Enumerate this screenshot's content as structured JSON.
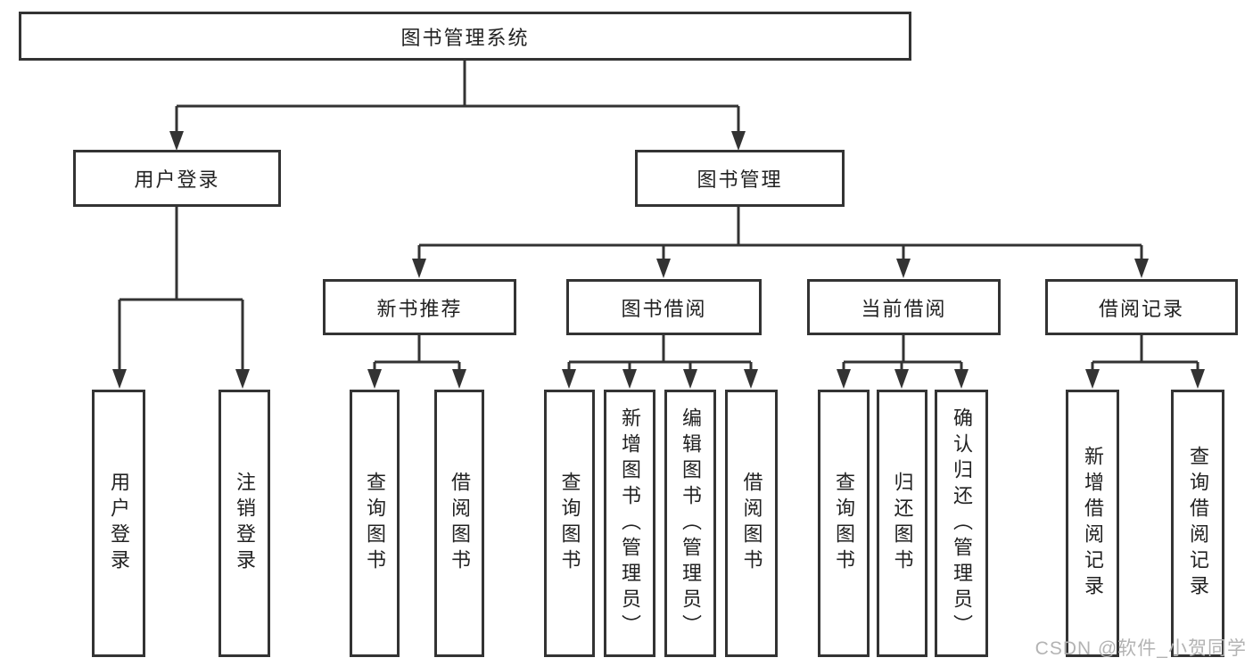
{
  "diagram": {
    "title": "图书管理系统",
    "root": {
      "label": "图书管理系统"
    },
    "level2": [
      {
        "label": "用户登录",
        "parent": "图书管理系统"
      },
      {
        "label": "图书管理",
        "parent": "图书管理系统"
      }
    ],
    "level3": [
      {
        "label": "新书推荐",
        "parent": "图书管理"
      },
      {
        "label": "图书借阅",
        "parent": "图书管理"
      },
      {
        "label": "当前借阅",
        "parent": "图书管理"
      },
      {
        "label": "借阅记录",
        "parent": "图书管理"
      }
    ],
    "leaves": [
      {
        "label": "用户登录",
        "parent": "用户登录"
      },
      {
        "label": "注销登录",
        "parent": "用户登录"
      },
      {
        "label": "查询图书",
        "parent": "新书推荐"
      },
      {
        "label": "借阅图书",
        "parent": "新书推荐"
      },
      {
        "label": "查询图书",
        "parent": "图书借阅"
      },
      {
        "label": "新增图书（管理员）",
        "parent": "图书借阅"
      },
      {
        "label": "编辑图书（管理员）",
        "parent": "图书借阅"
      },
      {
        "label": "借阅图书",
        "parent": "图书借阅"
      },
      {
        "label": "查询图书",
        "parent": "当前借阅"
      },
      {
        "label": "归还图书",
        "parent": "当前借阅"
      },
      {
        "label": "确认归还（管理员）",
        "parent": "当前借阅"
      },
      {
        "label": "新增借阅记录",
        "parent": "借阅记录"
      },
      {
        "label": "查询借阅记录",
        "parent": "借阅记录"
      }
    ]
  },
  "watermark": {
    "text": "CSDN @软件_小贺同学"
  },
  "colors": {
    "line": "#333333",
    "box_border": "#333333",
    "text": "#222222",
    "watermark": "#b3b3b3",
    "background": "#ffffff"
  }
}
